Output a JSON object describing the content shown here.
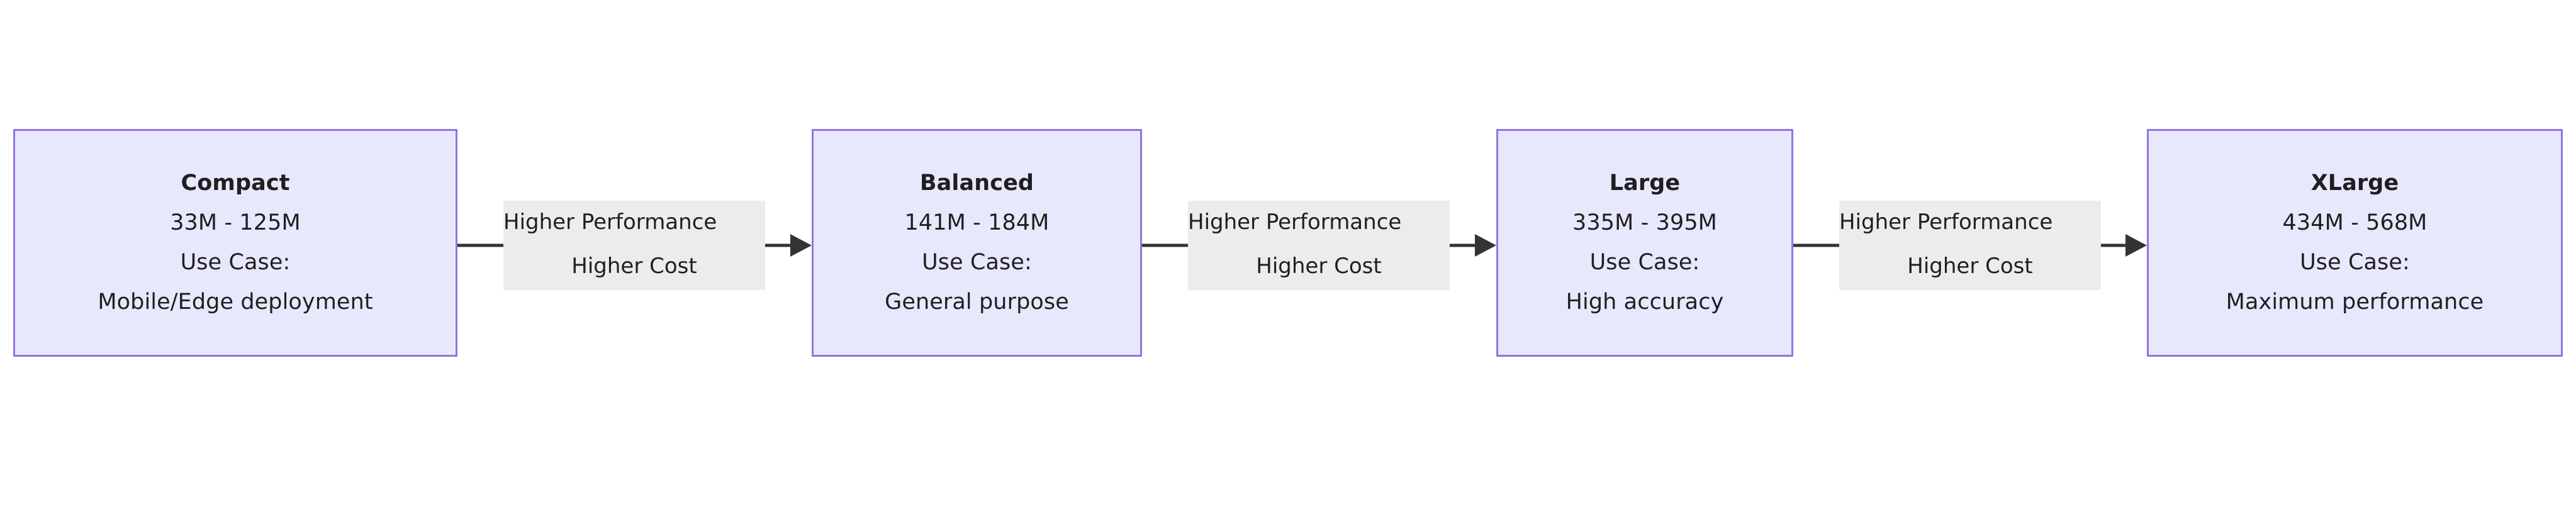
{
  "diagram": {
    "type": "flowchart-lr",
    "background": "#ffffff",
    "node_fill": "#e8e8fd",
    "node_border": "#9671e3",
    "edge_color": "#333336",
    "edge_label_fill": "#ececec",
    "nodes": [
      {
        "id": "compact",
        "title": "Compact",
        "params": "33M - 125M",
        "use_case_label": "Use Case:",
        "use_case": "Mobile/Edge deployment"
      },
      {
        "id": "balanced",
        "title": "Balanced",
        "params": "141M - 184M",
        "use_case_label": "Use Case:",
        "use_case": "General purpose"
      },
      {
        "id": "large",
        "title": "Large",
        "params": "335M - 395M",
        "use_case_label": "Use Case:",
        "use_case": "High accuracy"
      },
      {
        "id": "xlarge",
        "title": "XLarge",
        "params": "434M - 568M",
        "use_case_label": "Use Case:",
        "use_case": "Maximum performance"
      }
    ],
    "edges": [
      {
        "id": "compact-to-balanced",
        "from": "compact",
        "to": "balanced",
        "label_top": "Higher Performance",
        "label_bottom": "Higher Cost"
      },
      {
        "id": "balanced-to-large",
        "from": "balanced",
        "to": "large",
        "label_top": "Higher Performance",
        "label_bottom": "Higher Cost"
      },
      {
        "id": "large-to-xlarge",
        "from": "large",
        "to": "xlarge",
        "label_top": "Higher Performance",
        "label_bottom": "Higher Cost"
      }
    ]
  }
}
